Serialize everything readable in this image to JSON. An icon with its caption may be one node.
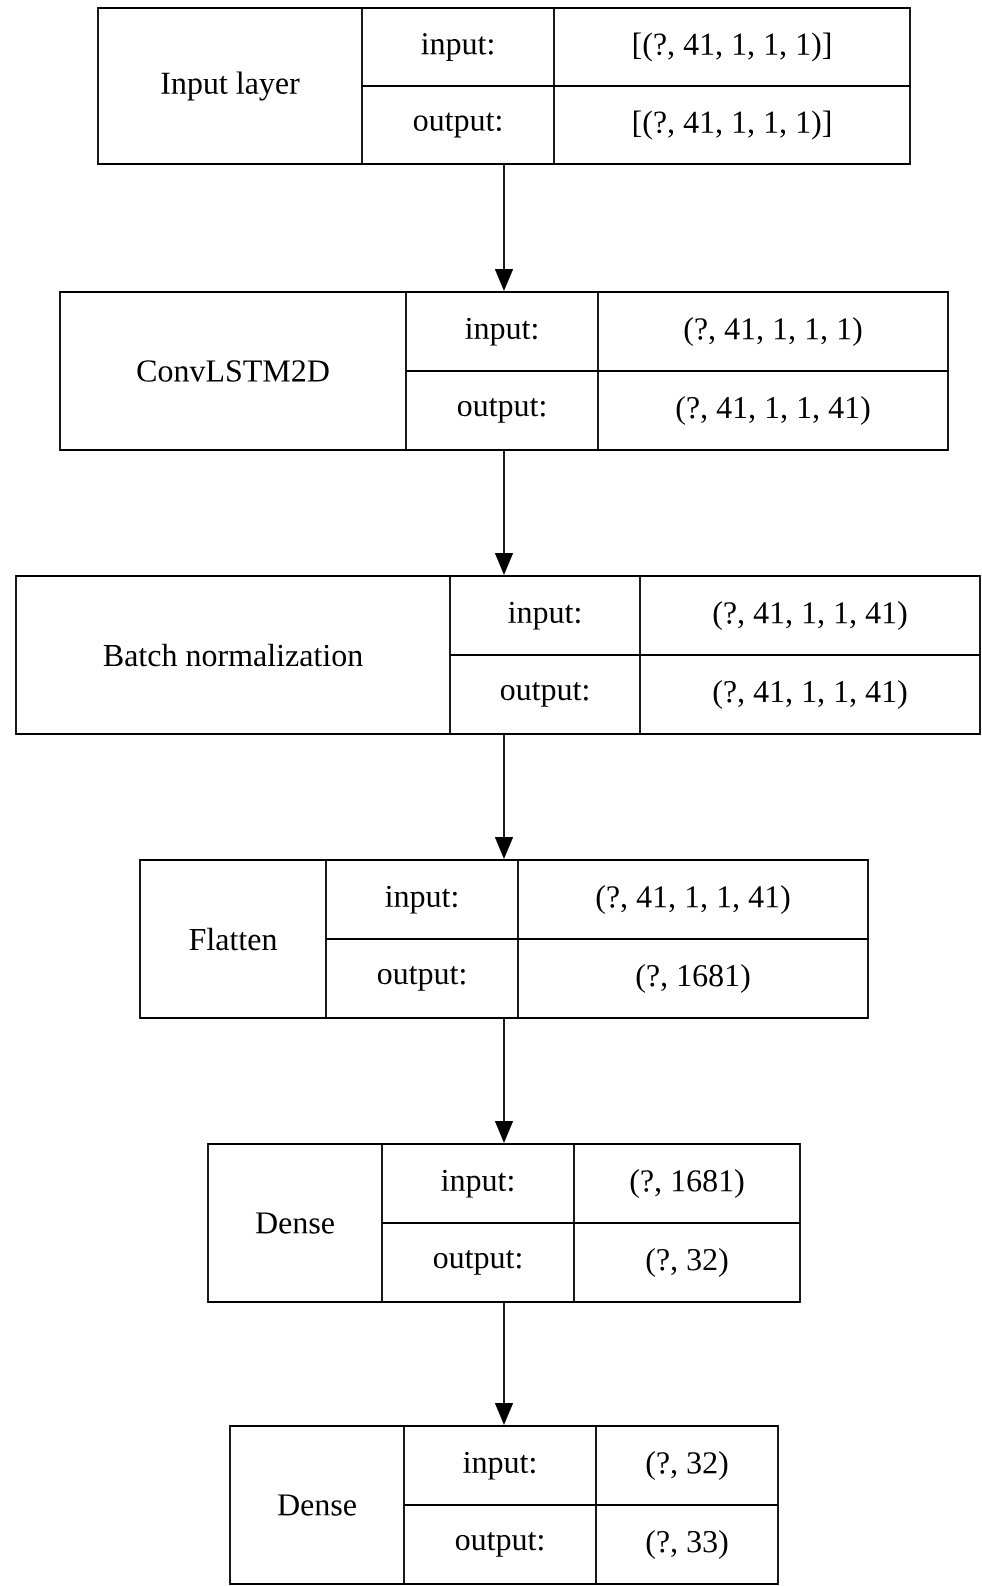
{
  "diagram": {
    "nodes": [
      {
        "text": [
          "Input layer",
          "input:",
          "[(?, 41, 1, 1, 1)]",
          "output:",
          "[(?, 41, 1, 1, 1)]"
        ]
      },
      {
        "text": [
          "ConvLSTM2D",
          "input:",
          "(?, 41, 1, 1, 1)",
          "output:",
          "(?, 41, 1, 1, 41)"
        ]
      },
      {
        "text": [
          "Batch normalization",
          "input:",
          "(?, 41, 1, 1, 41)",
          "output:",
          "(?, 41, 1, 1, 41)"
        ]
      },
      {
        "text": [
          "Flatten",
          "input:",
          "(?, 41, 1, 1, 41)",
          "output:",
          "(?, 1681)"
        ]
      },
      {
        "text": [
          "Dense",
          "input:",
          "(?, 1681)",
          "output:",
          "(?, 32)"
        ]
      },
      {
        "text": [
          "Dense",
          "input:",
          "(?, 32)",
          "output:",
          "(?, 33)"
        ]
      }
    ],
    "edges": [
      {
        "from": 0,
        "to": 1,
        "arrow": "to"
      },
      {
        "from": 1,
        "to": 2,
        "arrow": "to"
      },
      {
        "from": 2,
        "to": 3,
        "arrow": "to"
      },
      {
        "from": 3,
        "to": 4,
        "arrow": "to"
      },
      {
        "from": 4,
        "to": 5,
        "arrow": "to"
      }
    ]
  }
}
